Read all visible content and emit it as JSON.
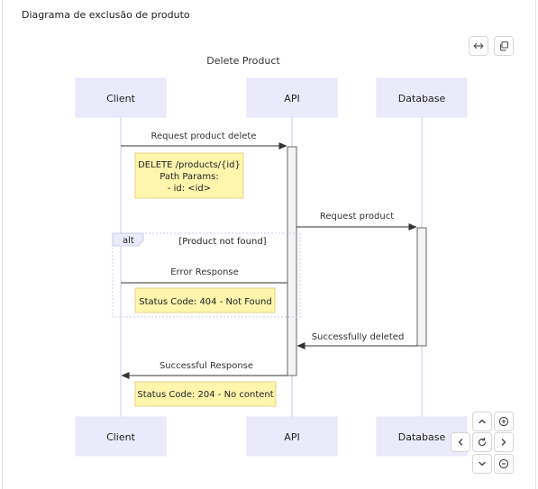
{
  "heading": "Diagrama de exclusão de produto",
  "diagram": {
    "title": "Delete Product",
    "participants": [
      "Client",
      "API",
      "Database"
    ],
    "messages": {
      "request_delete": "Request product delete",
      "request_product": "Request product",
      "error_response": "Error Response",
      "successfully_deleted": "Successfully deleted",
      "successful_response": "Successful Response"
    },
    "notes": {
      "request": [
        "DELETE /products/{id}",
        "Path Params:",
        "- id: <id>"
      ],
      "not_found": "Status Code: 404 - Not Found",
      "no_content": "Status Code: 204 - No content"
    },
    "alt": {
      "label": "alt",
      "condition": "[Product not found]"
    }
  },
  "colors": {
    "actor_fill": "#eaeafb",
    "actor_stroke": "#e6e6fa",
    "note_fill": "#fff5ad",
    "note_stroke": "#e6d280",
    "line": "#333333",
    "lifeline": "#c8c8ee"
  },
  "icons": {
    "toolbar": [
      "expand-icon",
      "copy-icon"
    ],
    "nav": [
      "pan-up-icon",
      "zoom-in-icon",
      "pan-left-icon",
      "reset-icon",
      "pan-right-icon",
      "pan-down-icon",
      "zoom-out-icon"
    ]
  }
}
